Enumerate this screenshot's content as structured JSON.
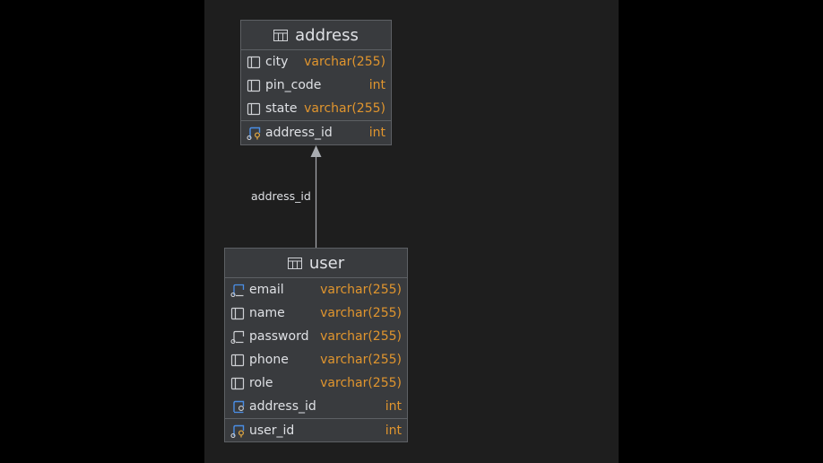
{
  "relation": {
    "label": "address_id"
  },
  "tables": {
    "address": {
      "name": "address",
      "columns": [
        {
          "name": "city",
          "type": "varchar(255)",
          "icon": "column-icon"
        },
        {
          "name": "pin_code",
          "type": "int",
          "icon": "column-icon"
        },
        {
          "name": "state",
          "type": "varchar(255)",
          "icon": "column-icon"
        }
      ],
      "key": {
        "name": "address_id",
        "type": "int",
        "icon": "primary-key-icon"
      }
    },
    "user": {
      "name": "user",
      "columns": [
        {
          "name": "email",
          "type": "varchar(255)",
          "icon": "unique-column-icon"
        },
        {
          "name": "name",
          "type": "varchar(255)",
          "icon": "column-icon"
        },
        {
          "name": "password",
          "type": "varchar(255)",
          "icon": "indexed-column-icon"
        },
        {
          "name": "phone",
          "type": "varchar(255)",
          "icon": "column-icon"
        },
        {
          "name": "role",
          "type": "varchar(255)",
          "icon": "column-icon"
        },
        {
          "name": "address_id",
          "type": "int",
          "icon": "foreign-key-icon"
        }
      ],
      "key": {
        "name": "user_id",
        "type": "int",
        "icon": "primary-key-icon"
      }
    }
  },
  "colors": {
    "type_text": "#e0952e",
    "name_text": "#dfe1e5",
    "key_blue": "#4a8ee6",
    "key_gold": "#d9a343"
  }
}
